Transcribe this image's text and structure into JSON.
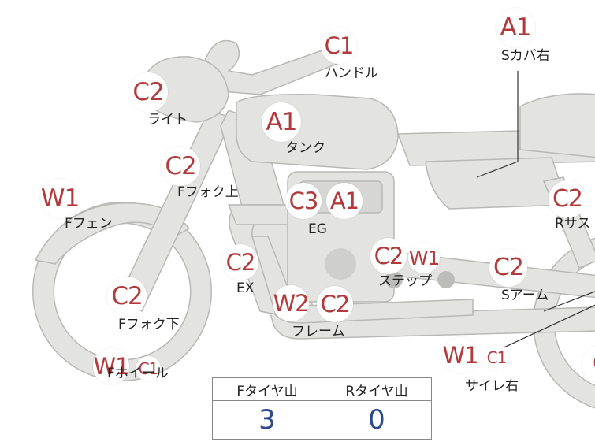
{
  "parts": [
    {
      "id": "handle",
      "label": "ハンドル",
      "grades": [
        "C1"
      ]
    },
    {
      "id": "s-cover-r",
      "label": "Sカバ右",
      "grades": [
        "A1"
      ]
    },
    {
      "id": "light",
      "label": "ライト",
      "grades": [
        "C2"
      ]
    },
    {
      "id": "tank",
      "label": "タンク",
      "grades": [
        "A1"
      ]
    },
    {
      "id": "f-fork-up",
      "label": "Fフォク上",
      "grades": [
        "C2"
      ]
    },
    {
      "id": "f-fender",
      "label": "Fフェン",
      "grades": [
        "W1"
      ]
    },
    {
      "id": "eg",
      "label": "EG",
      "grades": [
        "C3",
        "A1"
      ]
    },
    {
      "id": "r-sus",
      "label": "Rサス",
      "grades": [
        "C2"
      ]
    },
    {
      "id": "ex",
      "label": "EX",
      "grades": [
        "C2"
      ]
    },
    {
      "id": "step",
      "label": "ステップ",
      "grades": [
        "C2",
        "W1"
      ]
    },
    {
      "id": "s-arm",
      "label": "Sアーム",
      "grades": [
        "C2"
      ]
    },
    {
      "id": "f-fork-low",
      "label": "Fフォク下",
      "grades": [
        "C2"
      ]
    },
    {
      "id": "frame",
      "label": "フレーム",
      "grades": [
        "W2",
        "C2"
      ]
    },
    {
      "id": "f-wheel",
      "label": "Fホイール",
      "grades": [
        "W1",
        "C1"
      ]
    },
    {
      "id": "silencer-r",
      "label": "サイレ右",
      "grades": [
        "W1",
        "C1"
      ]
    },
    {
      "id": "r-wheel",
      "label": "",
      "grades": [
        "C"
      ]
    }
  ],
  "tire_table": {
    "headers": [
      "Fタイヤ山",
      "Rタイヤ山"
    ],
    "values": [
      "3",
      "0"
    ]
  },
  "colors": {
    "body_fill": "#e3e3e1",
    "body_stroke": "#b8b8b6",
    "grade_text": "#b23a3a",
    "label_text": "#222222",
    "table_value": "#2c4a8c"
  }
}
